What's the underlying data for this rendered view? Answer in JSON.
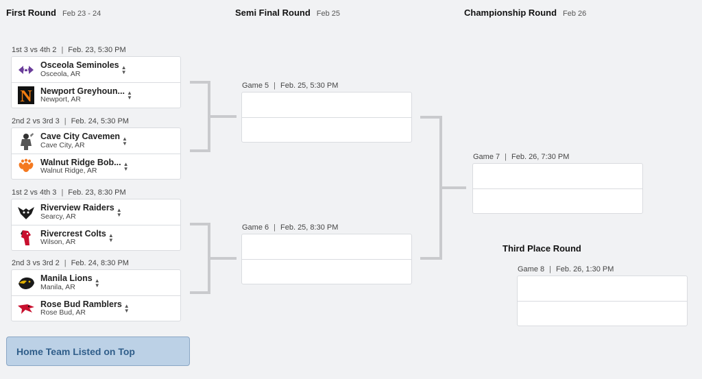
{
  "rounds": {
    "first": {
      "title": "First Round",
      "date": "Feb 23 - 24"
    },
    "semi": {
      "title": "Semi Final Round",
      "date": "Feb 25"
    },
    "champ": {
      "title": "Championship Round",
      "date": "Feb 26"
    },
    "third": {
      "title": "Third Place Round"
    }
  },
  "first_round": [
    {
      "label": "1st 3 vs 4th 2",
      "time": "Feb. 23, 5:30 PM",
      "home": {
        "name": "Osceola Seminoles",
        "loc": "Osceola, AR",
        "logo": "osceola-logo"
      },
      "away": {
        "name": "Newport Greyhoun...",
        "loc": "Newport, AR",
        "logo": "newport-logo"
      }
    },
    {
      "label": "2nd 2 vs 3rd 3",
      "time": "Feb. 24, 5:30 PM",
      "home": {
        "name": "Cave City Cavemen",
        "loc": "Cave City, AR",
        "logo": "cave-city-logo"
      },
      "away": {
        "name": "Walnut Ridge Bob...",
        "loc": "Walnut Ridge, AR",
        "logo": "walnut-ridge-logo"
      }
    },
    {
      "label": "1st 2 vs 4th 3",
      "time": "Feb. 23, 8:30 PM",
      "home": {
        "name": "Riverview Raiders",
        "loc": "Searcy, AR",
        "logo": "riverview-logo"
      },
      "away": {
        "name": "Rivercrest Colts",
        "loc": "Wilson, AR",
        "logo": "rivercrest-logo"
      }
    },
    {
      "label": "2nd 3 vs 3rd 2",
      "time": "Feb. 24, 8:30 PM",
      "home": {
        "name": "Manila Lions",
        "loc": "Manila, AR",
        "logo": "manila-logo"
      },
      "away": {
        "name": "Rose Bud Ramblers",
        "loc": "Rose Bud, AR",
        "logo": "rose-bud-logo"
      }
    }
  ],
  "semi_games": [
    {
      "label": "Game 5",
      "time": "Feb. 25, 5:30 PM"
    },
    {
      "label": "Game 6",
      "time": "Feb. 25, 8:30 PM"
    }
  ],
  "champ_game": {
    "label": "Game 7",
    "time": "Feb. 26, 7:30 PM"
  },
  "third_game": {
    "label": "Game 8",
    "time": "Feb. 26, 1:30 PM"
  },
  "home_note": "Home Team Listed on Top",
  "colors": {
    "accent_bg": "#bcd1e6",
    "accent_text": "#2f5d89",
    "connector": "#c9cacd"
  },
  "sort_icon": "sort-arrows-icon"
}
